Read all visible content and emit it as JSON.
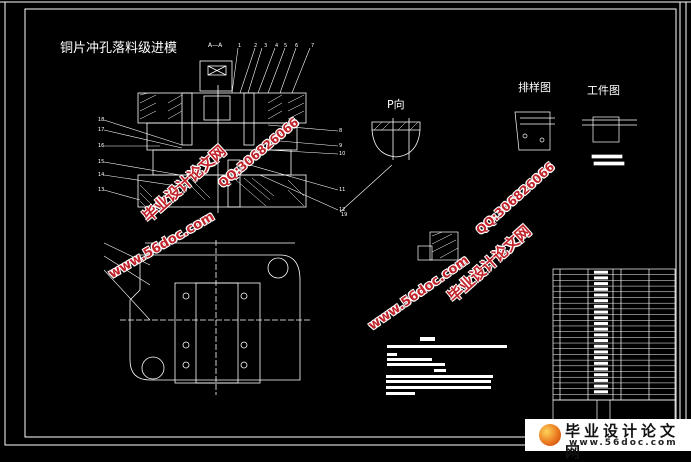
{
  "drawing": {
    "title": "铜片冲孔落料级进模",
    "section_label": "A—A",
    "view_p_label": "P向",
    "layout_label": "排样图",
    "workpiece_label": "工件图",
    "part_numbers_top": [
      "1",
      "2",
      "3",
      "4",
      "5",
      "6",
      "7"
    ],
    "part_numbers_left": [
      "18",
      "17",
      "16",
      "15",
      "14",
      "13"
    ],
    "part_numbers_right": [
      "8",
      "9",
      "10",
      "11",
      "12"
    ],
    "part_number_bottom": "19"
  },
  "watermarks": {
    "site_cn": "毕业设计论文网",
    "url": "www.56doc.com",
    "qq": "QQ:306826066"
  },
  "logo": {
    "cn": "毕业设计论文网",
    "url": "www.56doc.com"
  },
  "colors": {
    "background": "#000000",
    "lines": "#ffffff",
    "watermark": "#c0232a"
  }
}
